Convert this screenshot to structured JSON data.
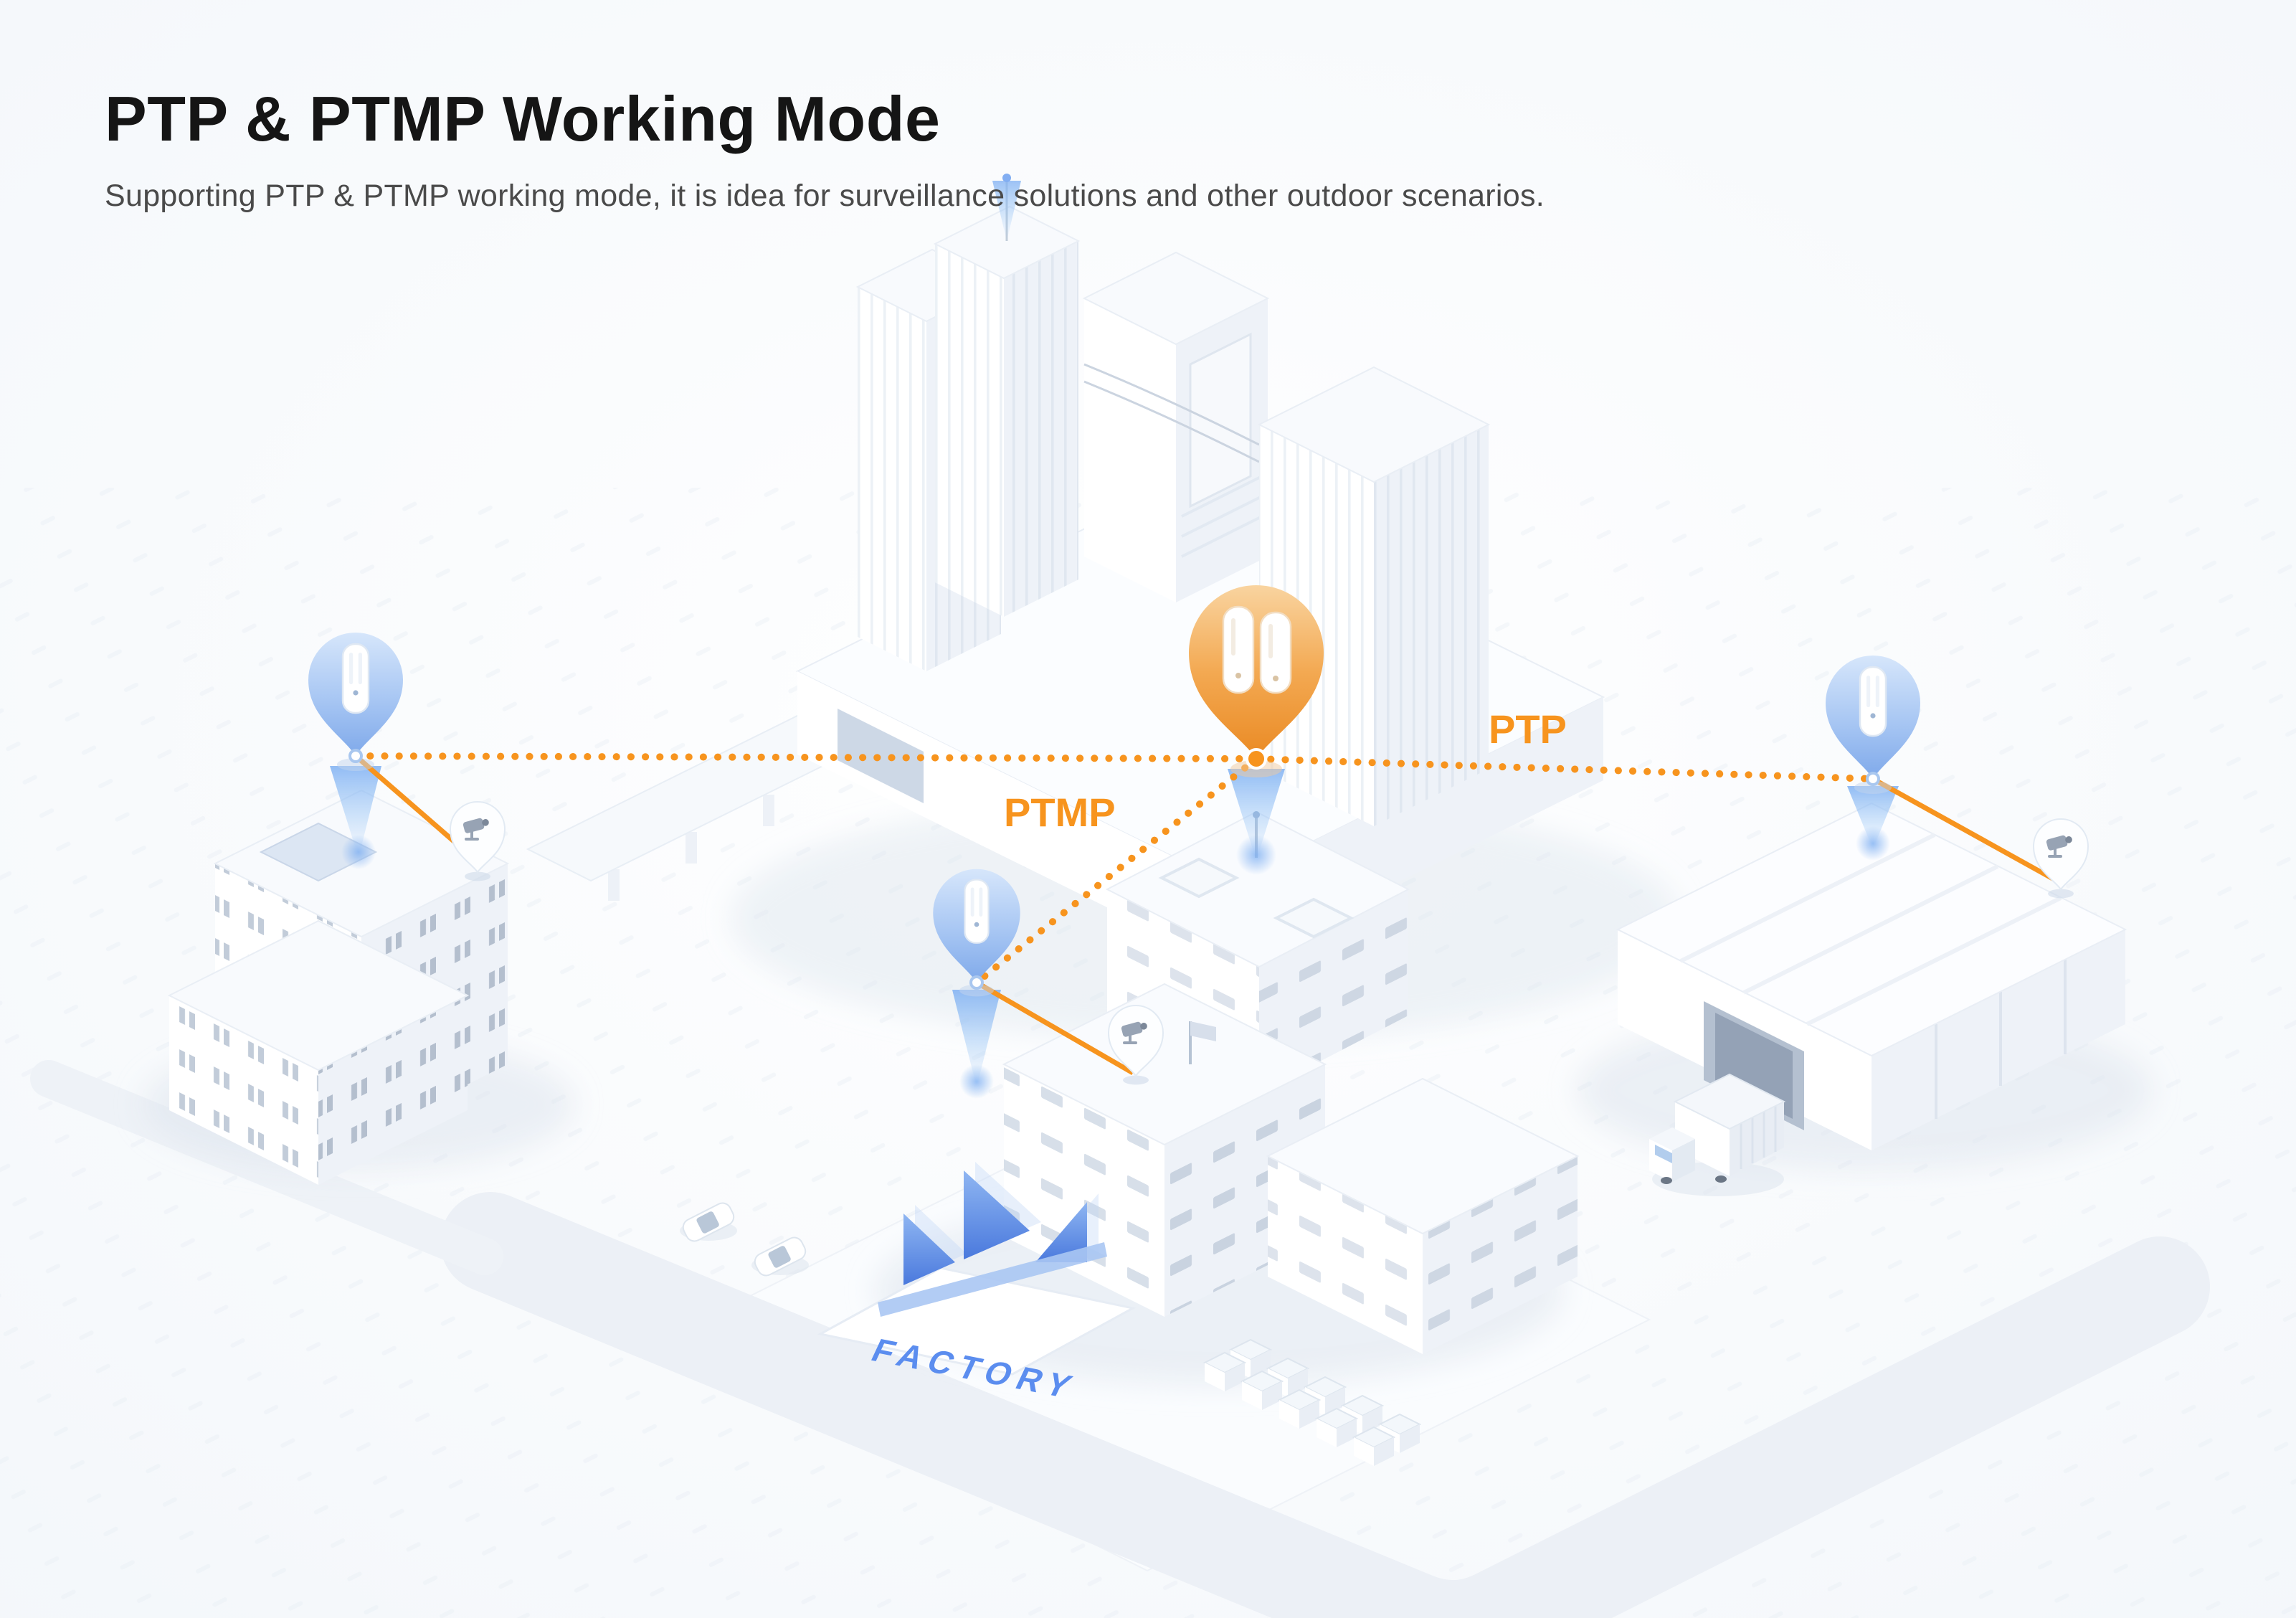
{
  "header": {
    "title": "PTP & PTMP Working Mode",
    "subtitle": "Supporting PTP & PTMP working mode, it is idea for surveillance solutions and other outdoor scenarios."
  },
  "diagram": {
    "labels": {
      "ptp": "PTP",
      "ptmp": "PTMP"
    },
    "factory_sign": "FACTORY",
    "colors": {
      "accent_orange": "#F7941E",
      "pin_blue": "#8FB3EC",
      "pin_orange": "#EE8E2B",
      "beam_blue": "#7FB0F2",
      "factory_blue": "#5B8DEF",
      "background": "#F2F6FA"
    },
    "icons": [
      "cpe-pin-orange-icon",
      "cpe-pin-blue-icon",
      "surveillance-camera-icon",
      "antenna-beam-icon"
    ]
  }
}
